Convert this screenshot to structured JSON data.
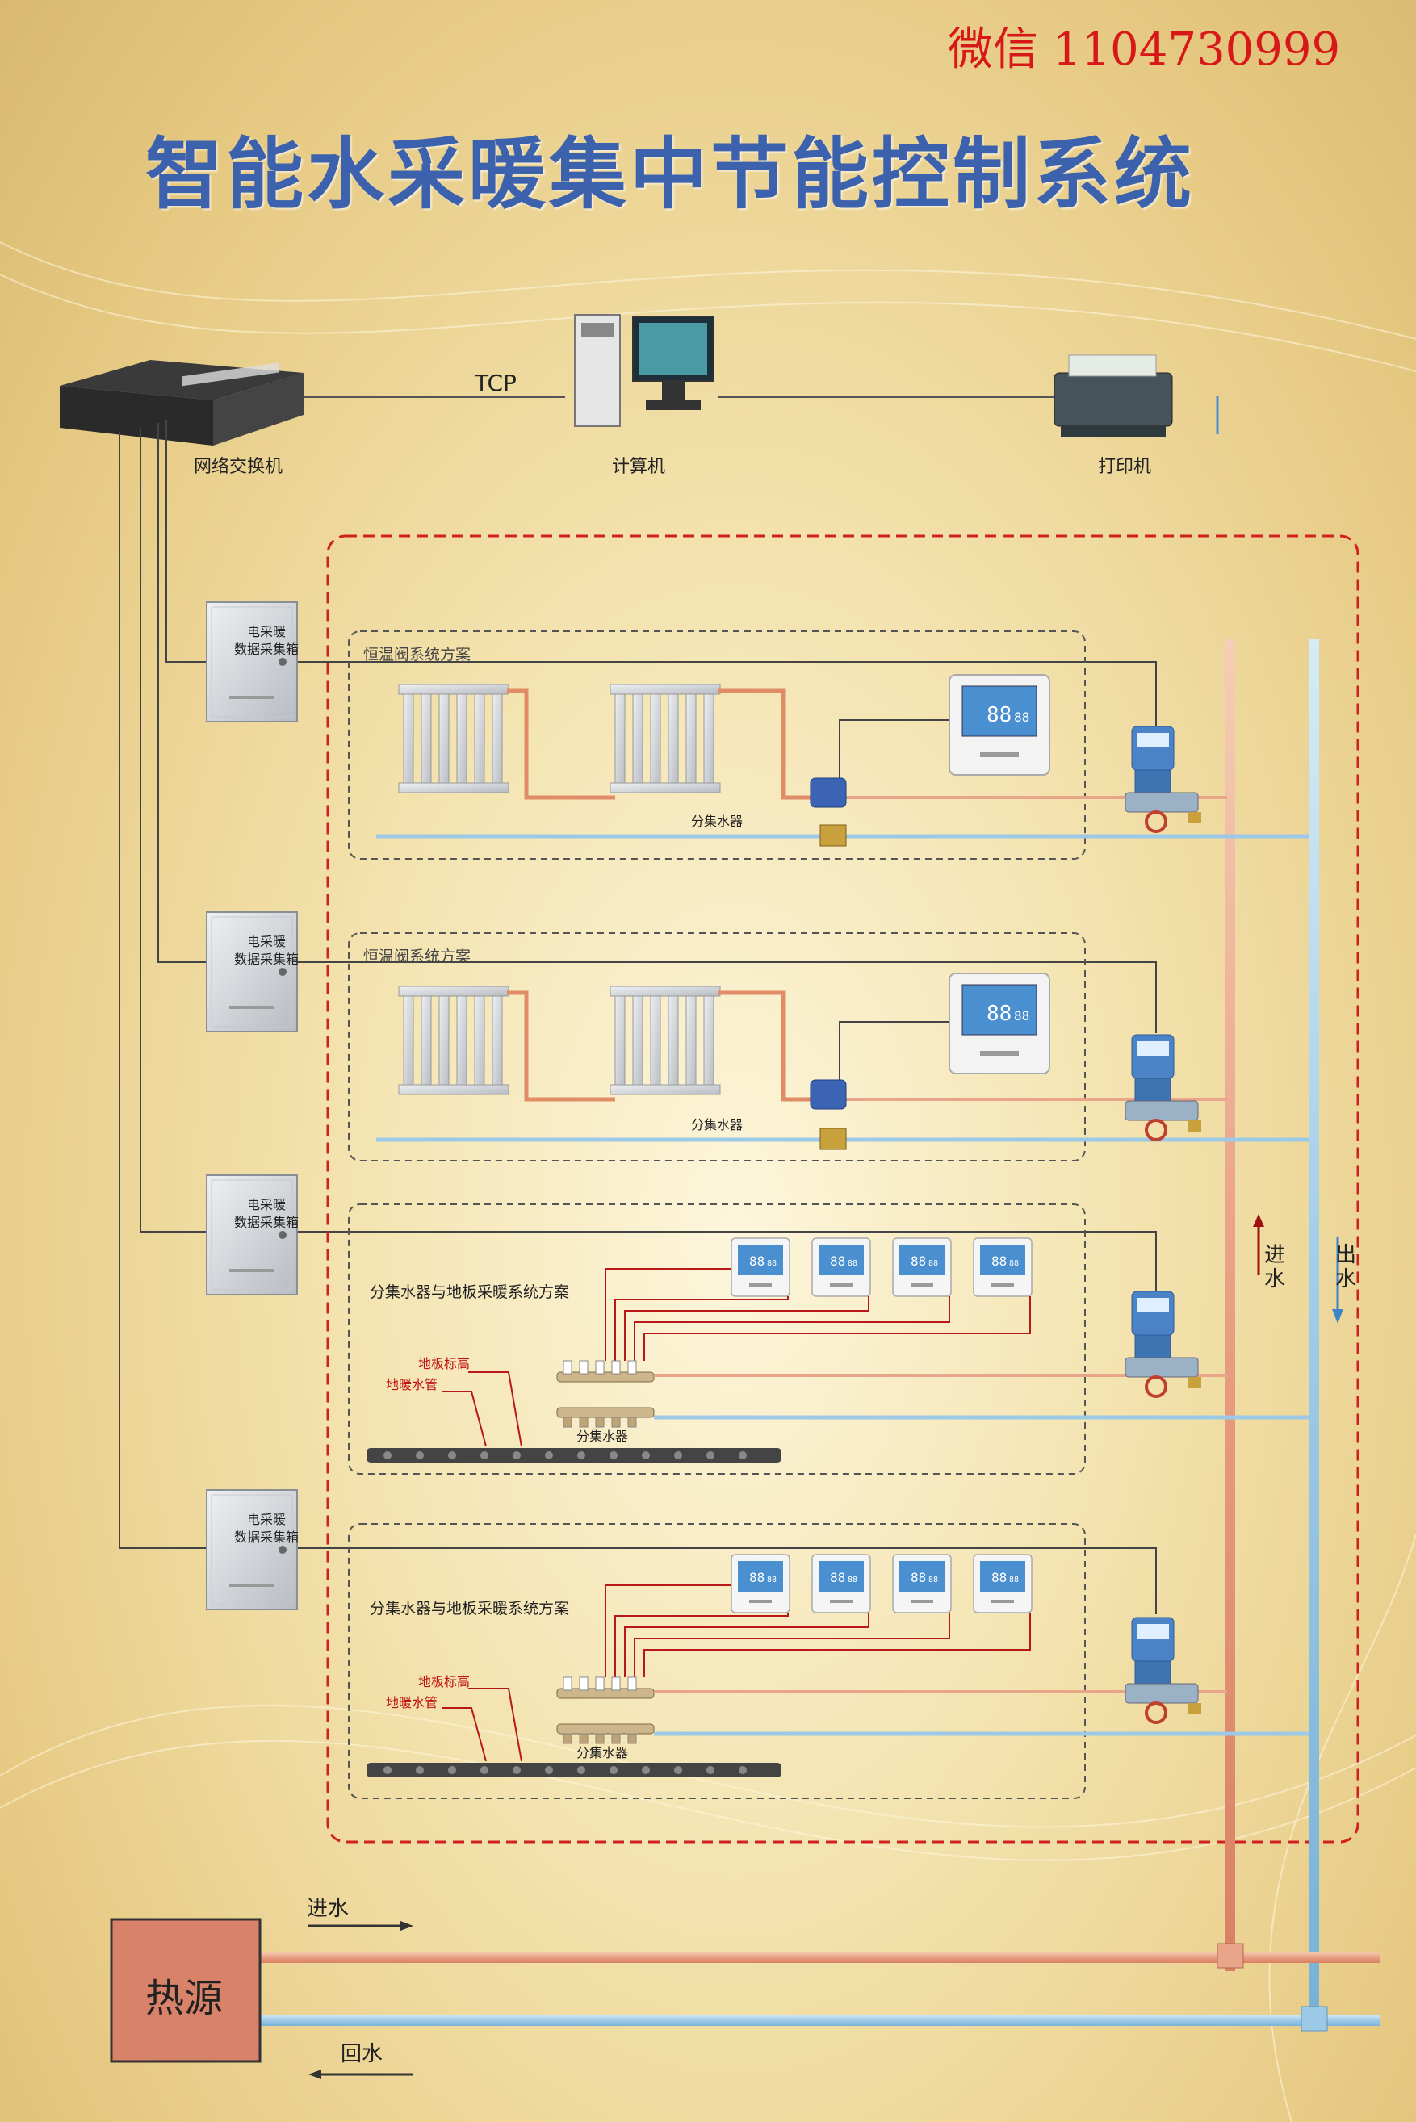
{
  "watermark": "微信 1104730999",
  "title": "智能水采暖集中节能控制系统",
  "devices": {
    "switch": "网络交换机",
    "computer": "计算机",
    "printer": "打印机",
    "tcp": "TCP"
  },
  "collector_box": [
    "电采暖",
    "数据采集箱"
  ],
  "zones": [
    {
      "title": "恒温阀系统方案",
      "manifold": "分集水器"
    },
    {
      "title": "恒温阀系统方案",
      "manifold": "分集水器"
    },
    {
      "title": "分集水器与地板采暖系统方案",
      "manifold": "分集水器",
      "floor_level": "地板标高",
      "floor_pipe": "地暖水管"
    },
    {
      "title": "分集水器与地板采暖系统方案",
      "manifold": "分集水器",
      "floor_level": "地板标高",
      "floor_pipe": "地暖水管"
    }
  ],
  "risers": {
    "supply": "进水",
    "return": "出水"
  },
  "source": {
    "label": "热源",
    "supply": "进水",
    "return": "回水"
  },
  "colors": {
    "title": "#3d62ad",
    "supply_pipe": "#e9a58a",
    "return_pipe": "#9cc9e6",
    "boundary": "#d02020",
    "heat_source": "#d9826a"
  }
}
